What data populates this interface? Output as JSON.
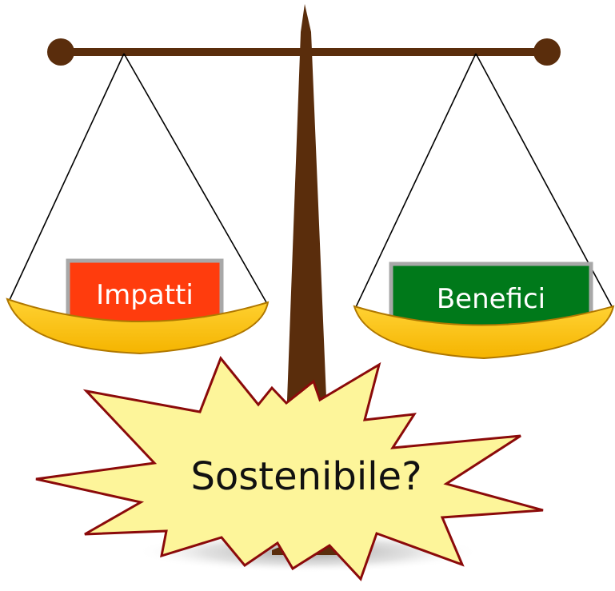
{
  "scale": {
    "left_label": "Impatti",
    "right_label": "Benefici"
  },
  "burst": {
    "label": "Sostenibile?"
  },
  "colors": {
    "wood": "#5a2d0c",
    "pan": "#ffc000",
    "pan_stroke": "#b07800",
    "left_box": "#ff3c0d",
    "right_box": "#00791a",
    "box_border": "#a8a8a8",
    "burst_fill": "#fdf59a",
    "burst_stroke": "#8b0a0a"
  }
}
